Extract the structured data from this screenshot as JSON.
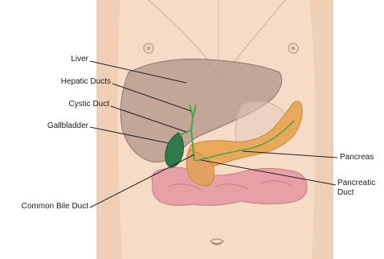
{
  "labels": {
    "liver": "Liver",
    "hepatic_ducts": "Hepatic Ducts",
    "cystic_duct": "Cystic Duct",
    "gallbladder": "Gallbladder",
    "common_bile_duct": "Common Bile Duct",
    "pancreas": "Pancreas",
    "pancreatic_duct_line1": "Pancreatic",
    "pancreatic_duct_line2": "Duct"
  },
  "colors": {
    "skin": "#f6dcc6",
    "skin_edge": "#d9b59c",
    "liver": "#b59a8c",
    "pancreas": "#e9a85a",
    "gallbladder": "#2e7a4a",
    "duct": "#4aa64a",
    "intestine": "#e7a0a6",
    "leader": "#222222"
  }
}
